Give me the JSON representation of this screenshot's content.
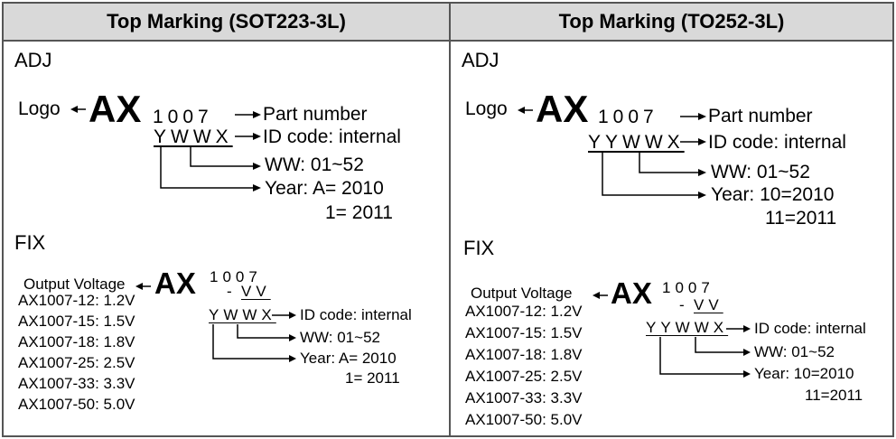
{
  "headers": {
    "left": "Top Marking (SOT223-3L)",
    "right": "Top Marking (TO252-3L)"
  },
  "left": {
    "adj": {
      "section": "ADJ",
      "logo": "Logo",
      "ax": "AX",
      "digits": "1007",
      "part": "Part number",
      "code": "YWWX",
      "id": "ID code: internal",
      "ww": "WW: 01~52",
      "year1": "Year: A= 2010",
      "year2": "1= 2011"
    },
    "fix": {
      "section": "FIX",
      "ov": "Output Voltage",
      "ax": "AX",
      "digits": "1007",
      "dash": "-",
      "vv": "VV",
      "code": "YWWX",
      "id": "ID code: internal",
      "ww": "WW: 01~52",
      "year1": "Year: A= 2010",
      "year2": "1= 2011",
      "list": [
        "AX1007-12: 1.2V",
        "AX1007-15: 1.5V",
        "AX1007-18: 1.8V",
        "AX1007-25: 2.5V",
        "AX1007-33: 3.3V",
        "AX1007-50: 5.0V"
      ]
    }
  },
  "right": {
    "adj": {
      "section": "ADJ",
      "logo": "Logo",
      "ax": "AX",
      "digits": "1007",
      "part": "Part number",
      "code": "YYWWX",
      "id": "ID code: internal",
      "ww": "WW: 01~52",
      "year1": "Year: 10=2010",
      "year2": "11=2011"
    },
    "fix": {
      "section": "FIX",
      "ov": "Output Voltage",
      "ax": "AX",
      "digits": "1007",
      "dash": "-",
      "vv": "VV",
      "code": "YYWWX",
      "id": "ID code: internal",
      "ww": "WW: 01~52",
      "year1": "Year: 10=2010",
      "year2": "11=2011",
      "list": [
        "AX1007-12: 1.2V",
        "AX1007-15: 1.5V",
        "AX1007-18: 1.8V",
        "AX1007-25: 2.5V",
        "AX1007-33: 3.3V",
        "AX1007-50: 5.0V"
      ]
    }
  }
}
